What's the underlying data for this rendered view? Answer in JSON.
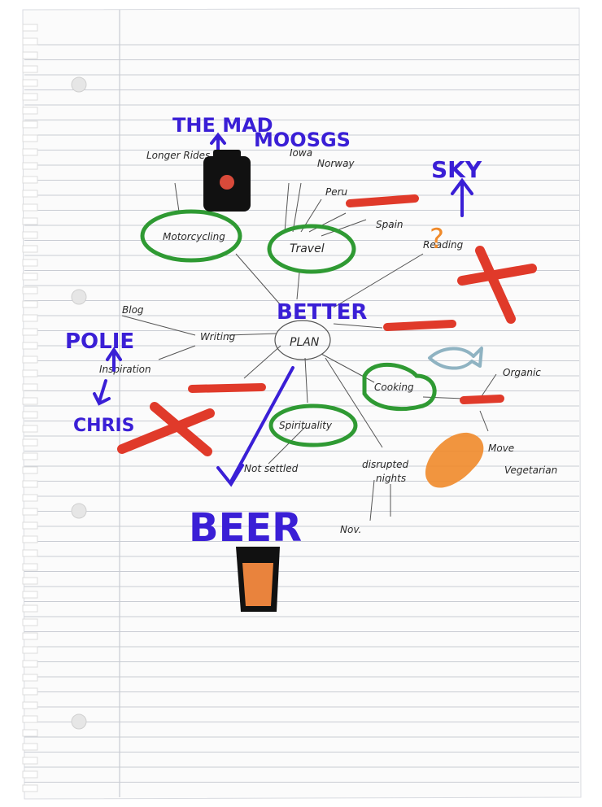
{
  "colors": {
    "paper": "#ffffff",
    "rule_line": "#c9ccd3",
    "margin_line": "#c9ccd3",
    "ink": "#2a2a2a",
    "blue_marker": "#3a1fd6",
    "green_marker": "#2f9a33",
    "red_marker": "#e03a2a",
    "orange_marker": "#f08a2a",
    "fish": "#8fb3c2"
  },
  "center": {
    "title": "BETTER",
    "label": "PLAN"
  },
  "branches": {
    "motorcycling": "Motorcycling",
    "travel": "Travel",
    "reading": "Reading",
    "writing": "Writing",
    "cooking": "Cooking",
    "spirituality": "Spirituality",
    "disrupted": "disrupted",
    "nights": "nights"
  },
  "leaves": {
    "longer_rides": "Longer Rides",
    "iowa": "Iowa",
    "norway": "Norway",
    "peru": "Peru",
    "spain": "Spain",
    "blog": "Blog",
    "inspiration": "Inspiration",
    "not_settled": "Not settled",
    "organic": "Organic",
    "move": "Move",
    "vegetarian": "Vegetarian",
    "nov": "Nov."
  },
  "annotations": {
    "the_mad": "THE MAD",
    "moosgs": "MOOSGS",
    "sky": "SKY",
    "polie": "POLIE",
    "chris": "CHRIS",
    "beer": "BEER",
    "question": "?"
  },
  "icons": [
    "jar-icon",
    "fish-icon",
    "sausage-icon",
    "beer-glass-icon"
  ]
}
